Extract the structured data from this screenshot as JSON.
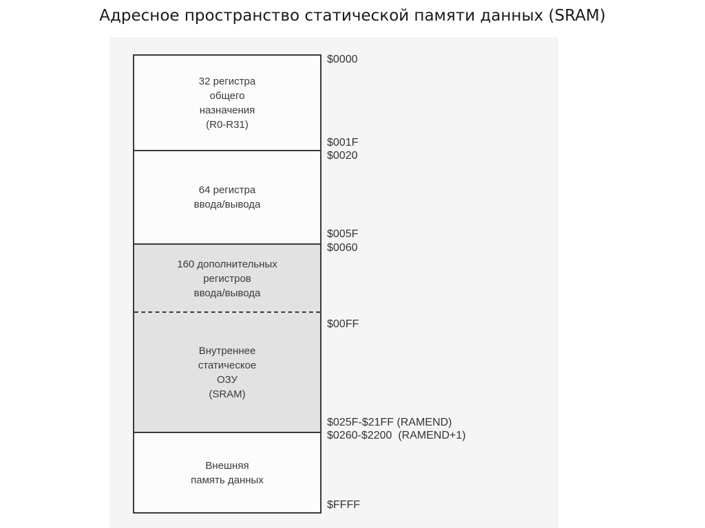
{
  "title": "Адресное пространство статической памяти данных (SRAM)",
  "blocks": [
    {
      "label": "32 регистра\nобщего\nназначения\n(R0-R31)"
    },
    {
      "label": "64 регистра\nввода/вывода"
    },
    {
      "label": "160 дополнительных\nрегистров\nввода/вывода"
    },
    {
      "label": "Внутреннее\nстатическое\nОЗУ\n(SRAM)"
    },
    {
      "label": "Внешняя\nпамять данных"
    }
  ],
  "addresses": [
    "$0000",
    "$001F",
    "$0020",
    "$005F",
    "$0060",
    "$00FF",
    "$025F-$21FF (RAMEND)",
    "$0260-$2200  (RAMEND+1)",
    "$FFFF"
  ],
  "colors": {
    "border": "#3a3a3a",
    "shaded_fill": "#e2e2e2",
    "figure_bg": "#f5f5f5"
  }
}
